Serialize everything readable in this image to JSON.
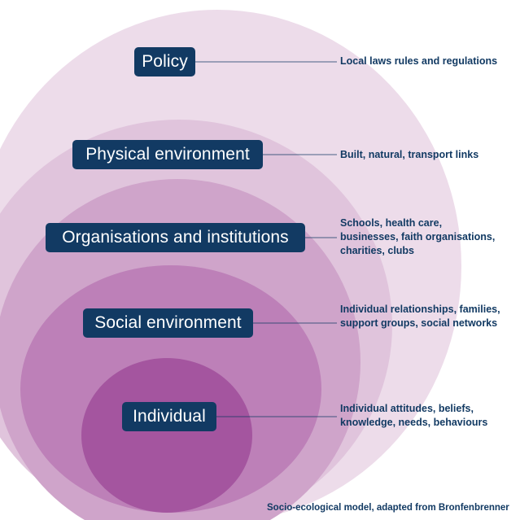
{
  "layers": [
    {
      "name": "Policy",
      "description": "Local laws rules and regulations"
    },
    {
      "name": "Physical environment",
      "description": "Built, natural, transport links"
    },
    {
      "name": "Organisations and institutions",
      "description": "Schools, health care, businesses, faith organisations, charities, clubs"
    },
    {
      "name": "Social environment",
      "description": "Individual relationships, families, support groups, social networks"
    },
    {
      "name": "Individual",
      "description": "Individual attitudes, beliefs, knowledge, needs, behaviours"
    }
  ],
  "caption": "Socio-ecological model, adapted from Bronfenbrenner",
  "colors": {
    "label_bg": "#123a63",
    "label_text": "#ffffff",
    "text": "#123a63",
    "ring_policy": "#eddcea",
    "ring_physical": "#e0c4dc",
    "ring_organisations": "#cfa4ca",
    "ring_social": "#bd80b8",
    "ring_individual": "#a4559f"
  }
}
